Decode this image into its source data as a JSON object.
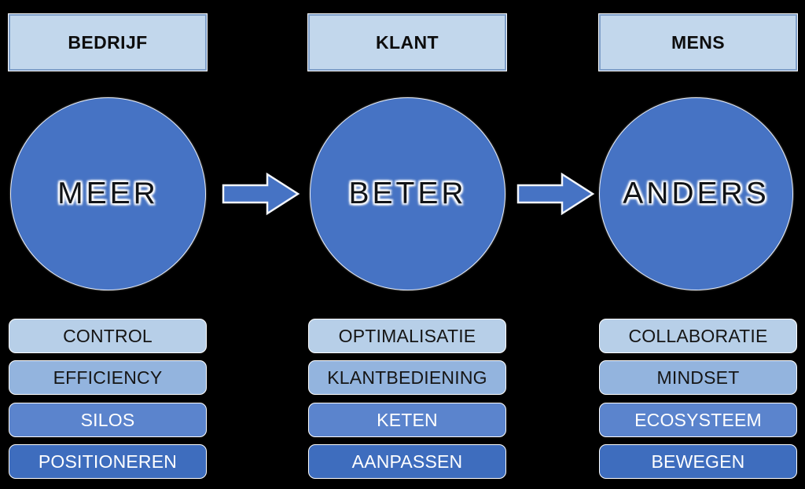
{
  "diagram": {
    "title": "Bedrijf - Klant - Mens transformatie model",
    "columns": [
      {
        "header": "BEDRIJF",
        "stage": "MEER",
        "attributes": [
          "CONTROL",
          "EFFICIENCY",
          "SILOS",
          "POSITIONEREN"
        ]
      },
      {
        "header": "KLANT",
        "stage": "BETER",
        "attributes": [
          "OPTIMALISATIE",
          "KLANTBEDIENING",
          "KETEN",
          "AANPASSEN"
        ]
      },
      {
        "header": "MENS",
        "stage": "ANDERS",
        "attributes": [
          "COLLABORATIE",
          "MINDSET",
          "ECOSYSTEEM",
          "BEWEGEN"
        ]
      }
    ],
    "arrows": [
      {
        "name": "arrow-meer-to-beter",
        "direction": "right"
      },
      {
        "name": "arrow-beter-to-anders",
        "direction": "right"
      }
    ],
    "colors": {
      "background": "#000000",
      "header_fill": "#c2d7ec",
      "header_border": "#7f9fc9",
      "circle_fill": "#4673c4",
      "arrow_fill": "#4673c4",
      "tone_1": "#b7cfe8",
      "tone_2": "#93b4de",
      "tone_3": "#5b84cd",
      "tone_4": "#3e6dbe",
      "text_dark": "#151515",
      "text_light": "#ffffff"
    }
  }
}
